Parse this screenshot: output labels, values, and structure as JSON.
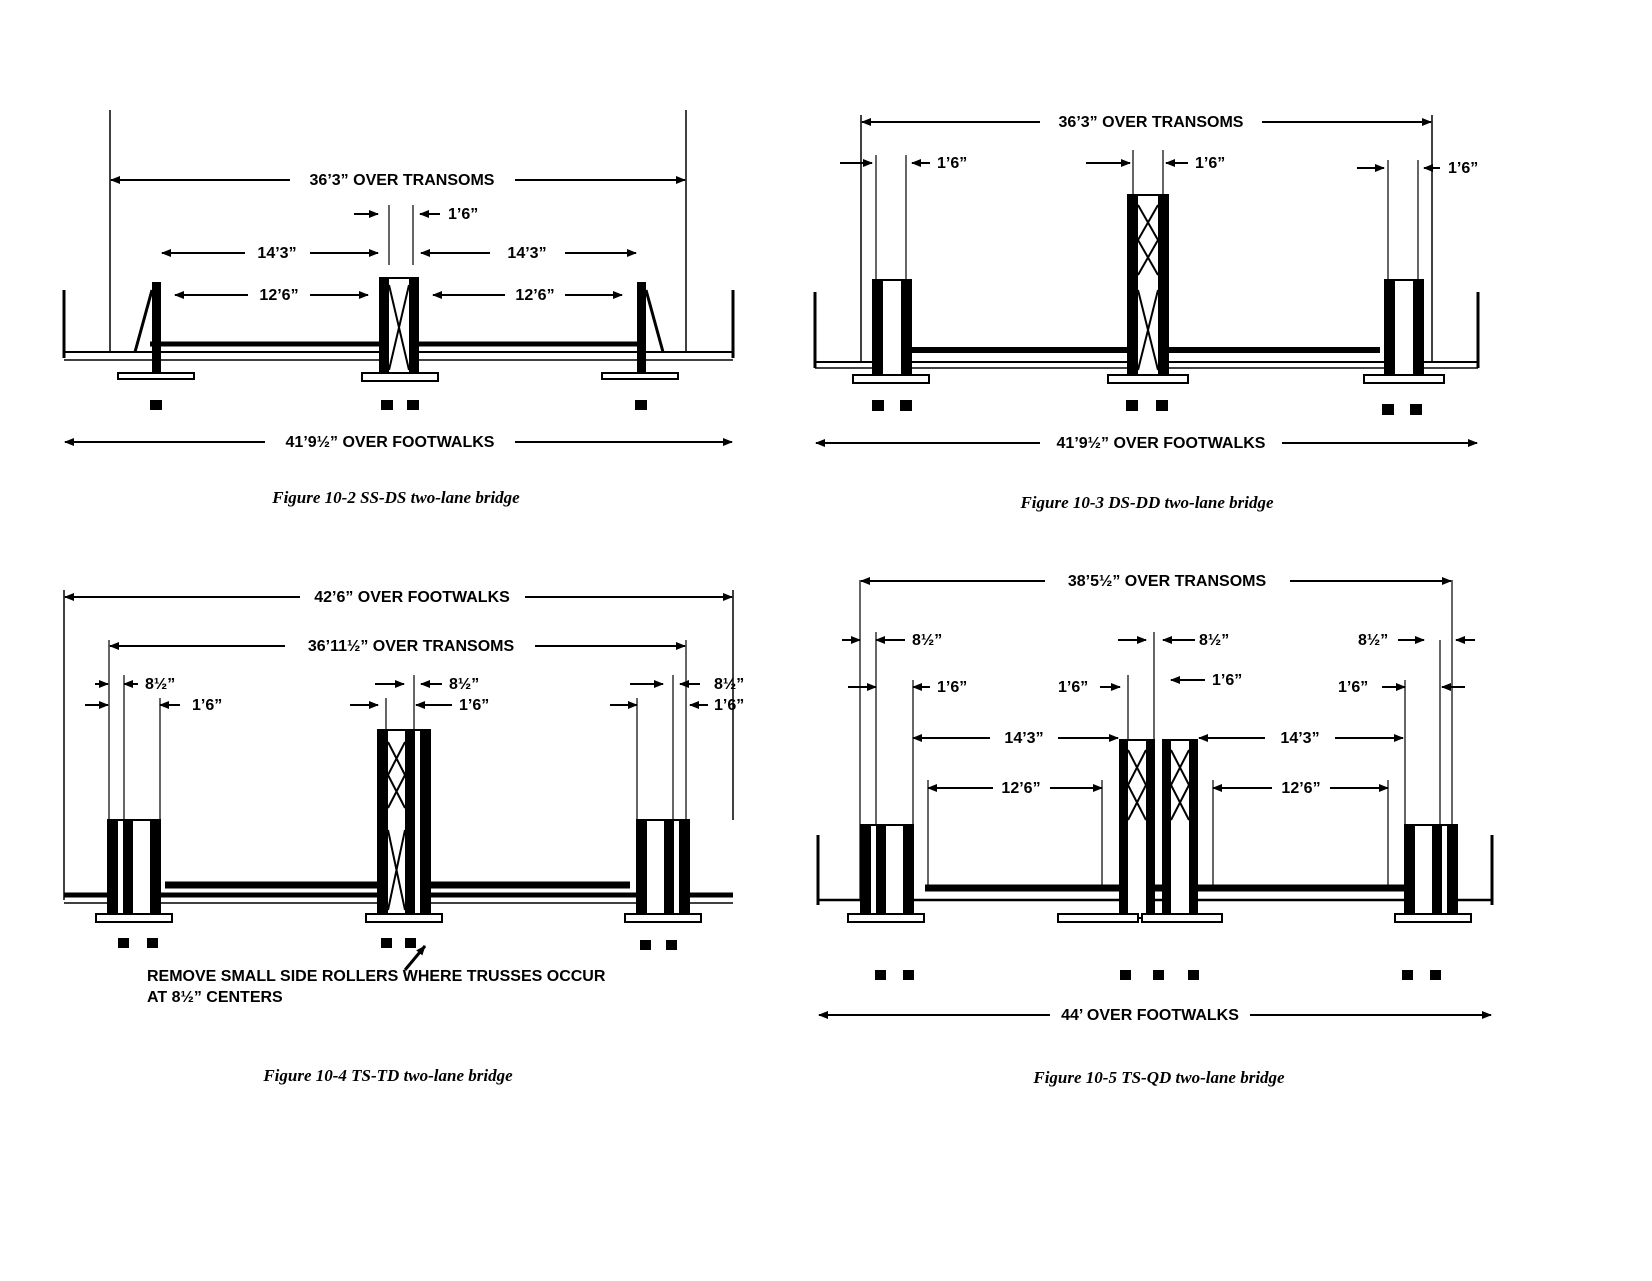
{
  "figures": [
    {
      "caption": "Figure 10-2 SS-DS two-lane bridge",
      "dims": {
        "overall_transoms": "36’3” OVER TRANSOMS",
        "overall_footwalks": "41’9½” OVER FOOTWALKS",
        "center_truss": "1’6”",
        "left_14": "14’3”",
        "right_14": "14’3”",
        "left_12": "12’6”",
        "right_12": "12’6”"
      }
    },
    {
      "caption": "Figure 10-3 DS-DD two-lane bridge",
      "dims": {
        "overall_transoms": "36’3” OVER TRANSOMS",
        "overall_footwalks": "41’9½” OVER FOOTWALKS",
        "left_truss": "1’6”",
        "center_truss": "1’6”",
        "right_truss": "1’6”"
      }
    },
    {
      "caption": "Figure 10-4 TS-TD two-lane bridge",
      "dims": {
        "overall_footwalks": "42’6” OVER FOOTWALKS",
        "overall_transoms": "36’11½” OVER TRANSOMS",
        "left_85": "8½”",
        "left_16": "1’6”",
        "center_85": "8½”",
        "center_16": "1’6”",
        "right_85": "8½”",
        "right_16": "1’6”"
      },
      "note": [
        "REMOVE SMALL SIDE ROLLERS WHERE TRUSSES OCCUR",
        "AT 8½” CENTERS"
      ]
    },
    {
      "caption": "Figure 10-5 TS-QD two-lane bridge",
      "dims": {
        "overall_transoms": "38’5½” OVER TRANSOMS",
        "overall_footwalks": "44’ OVER FOOTWALKS",
        "left_85": "8½”",
        "left_16": "1’6”",
        "center_85": "8½”",
        "center_16_left": "1’6”",
        "center_16_right": "1’6”",
        "right_85": "8½”",
        "right_16": "1’6”",
        "left_14": "14’3”",
        "right_14": "14’3”",
        "left_12": "12’6”",
        "right_12": "12’6”"
      }
    }
  ]
}
